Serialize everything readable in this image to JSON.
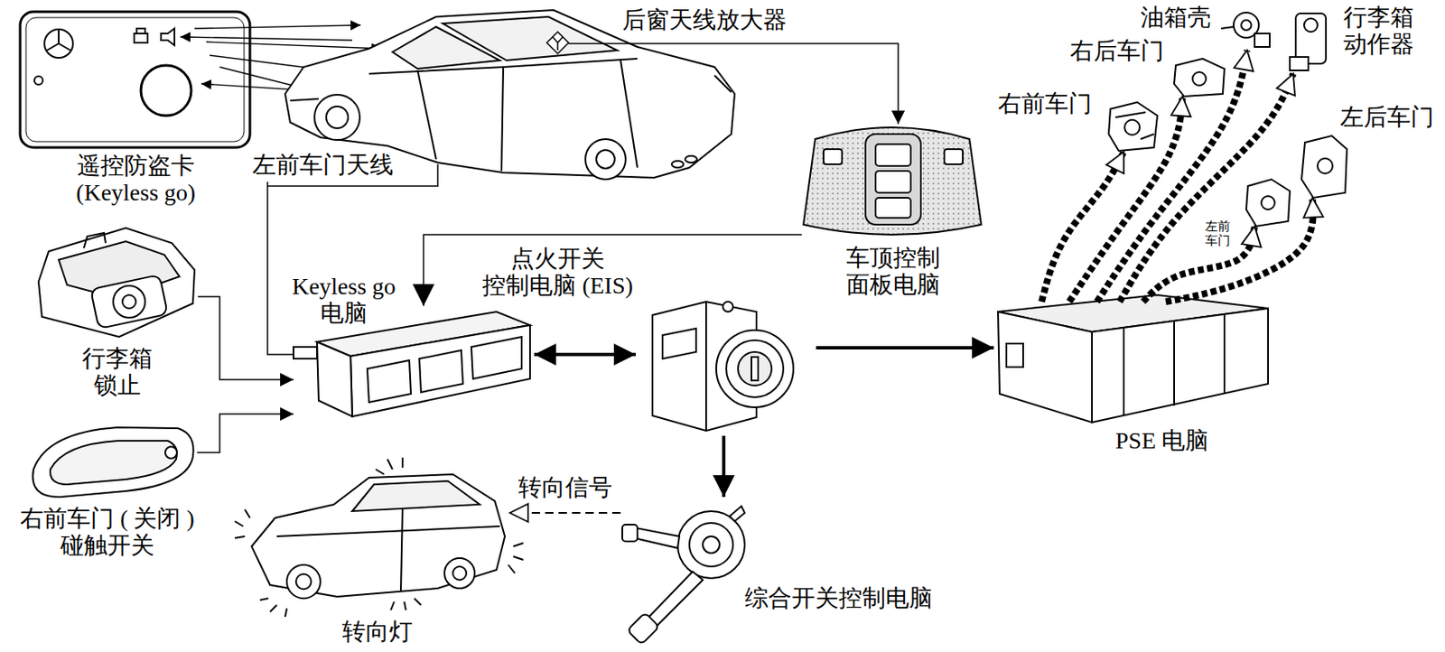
{
  "diagram": {
    "nodes": [
      {
        "text": [
          "遥控防盗卡 (Keyless go)"
        ]
      },
      {
        "text": [
          "后窗天线放大器"
        ]
      },
      {
        "text": [
          "左前车门天线"
        ]
      },
      {
        "text": [
          "油箱壳"
        ]
      },
      {
        "text": [
          "行李箱 动作器"
        ]
      },
      {
        "text": [
          "右后车门"
        ]
      },
      {
        "text": [
          "右前车门"
        ]
      },
      {
        "text": [
          "左后车门"
        ]
      },
      {
        "text": [
          "行李箱 锁止"
        ]
      },
      {
        "text": [
          "Keyless go 电脑"
        ]
      },
      {
        "text": [
          "点火开关 控制电脑 (EIS)"
        ]
      },
      {
        "text": [
          "车顶控制 面板电脑"
        ]
      },
      {
        "text": [
          "左前 车门"
        ]
      },
      {
        "text": [
          "PSE 电脑"
        ]
      },
      {
        "text": [
          "右前车门 ( 关闭 ) 碰触开关"
        ]
      },
      {
        "text": [
          "转向灯"
        ]
      },
      {
        "text": [
          "综合开关控制电脑"
        ]
      }
    ],
    "edges": [
      {
        "from": 1,
        "to": 11,
        "arrow": "to"
      },
      {
        "from": 11,
        "to": 9,
        "arrow": "to"
      },
      {
        "from": 9,
        "to": 2,
        "arrow": "none"
      },
      {
        "from": 8,
        "to": 9,
        "arrow": "to"
      },
      {
        "from": 14,
        "to": 9,
        "arrow": "to"
      },
      {
        "from": 9,
        "to": 10,
        "arrow": "both"
      },
      {
        "from": 10,
        "to": 13,
        "arrow": "to"
      },
      {
        "from": 10,
        "to": 16,
        "arrow": "to"
      },
      {
        "from": 16,
        "to": 15,
        "label": "转向信号",
        "arrow": "to"
      },
      {
        "from": 13,
        "to": 6,
        "arrow": "to"
      },
      {
        "from": 13,
        "to": 5,
        "arrow": "to"
      },
      {
        "from": 13,
        "to": 3,
        "arrow": "to"
      },
      {
        "from": 13,
        "to": 4,
        "arrow": "to"
      },
      {
        "from": 13,
        "to": 7,
        "arrow": "to"
      },
      {
        "from": 13,
        "to": 12,
        "arrow": "to"
      }
    ]
  }
}
